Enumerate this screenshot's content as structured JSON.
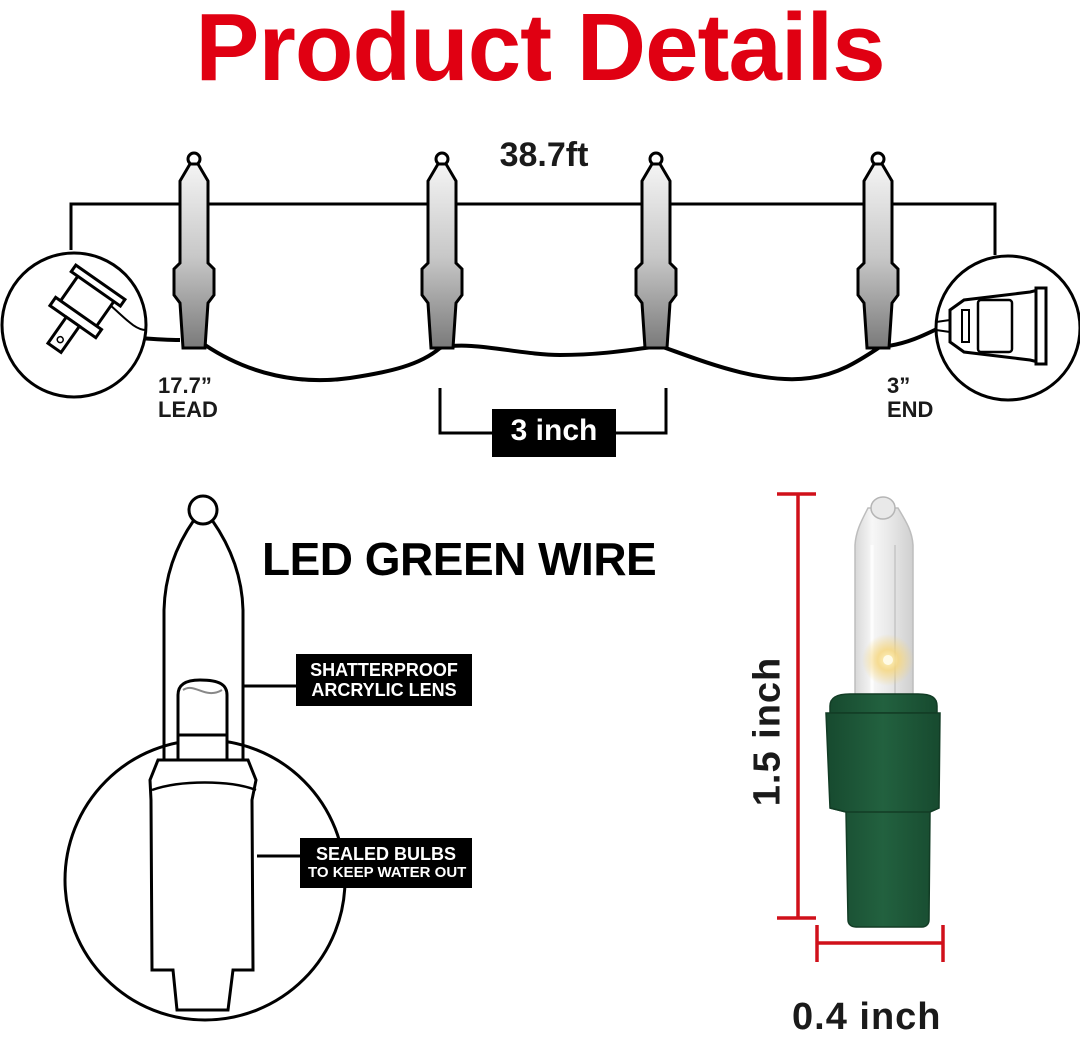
{
  "title": "Product Details",
  "string_diagram": {
    "total_length": "38.7ft",
    "lead_length": "17.7”",
    "lead_label": "LEAD",
    "end_length": "3”",
    "end_label": "END",
    "spacing_label": "3 inch",
    "plug_icon": "male-plug-icon",
    "end_connector_icon": "female-connector-icon",
    "bulb_count": 4
  },
  "bulb_detail": {
    "heading": "LED GREEN WIRE",
    "callouts": [
      {
        "line1": "SHATTERPROOF",
        "line2": "ARCRYLIC LENS"
      },
      {
        "line1": "SEALED BULBS",
        "line2": "TO KEEP WATER OUT"
      }
    ]
  },
  "bulb_photo": {
    "height_label": "1.5 inch",
    "width_label": "0.4 inch",
    "dimension_line_color": "#d0101a",
    "base_color": "#1f5a3a"
  },
  "colors": {
    "title": "#e00012",
    "text": "#1a1a1a",
    "label_box": "#000000"
  }
}
